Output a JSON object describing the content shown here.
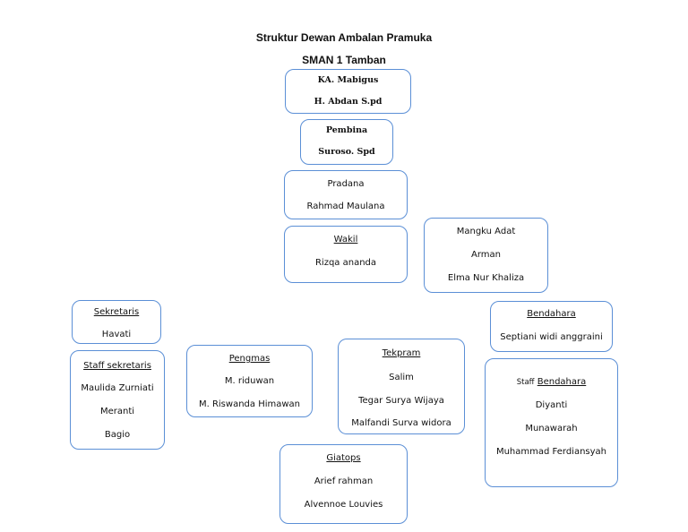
{
  "title_line1": "Struktur Dewan Ambalan Pramuka",
  "title_line2": "SMAN 1 Tamban",
  "nodes": {
    "ka_mabigus": {
      "label": "KA. Mabigus",
      "name": "H. Abdan S.pd"
    },
    "pembina": {
      "label": "Pembina",
      "name": "Suroso. Spd"
    },
    "pradana": {
      "label": "Pradana",
      "name": "Rahmad Maulana"
    },
    "wakil": {
      "label": "Wakil",
      "name": "Rizqa ananda"
    },
    "mangku_adat": {
      "label": "Mangku Adat",
      "members": [
        "Arman",
        "Elma Nur Khaliza"
      ]
    },
    "sekretaris": {
      "label": "Sekretaris",
      "name": "Havati"
    },
    "staff_sekretaris": {
      "label": "Staff sekretaris",
      "members": [
        "Maulida Zurniati",
        "Meranti",
        "Bagio"
      ]
    },
    "pengmas": {
      "label": "Pengmas",
      "members": [
        "M. riduwan",
        "M. Riswanda Himawan"
      ]
    },
    "tekpram": {
      "label": "Tekpram",
      "members": [
        "Salim",
        "Tegar Surya Wijaya",
        "Malfandi Surva widora"
      ]
    },
    "bendahara": {
      "label": "Bendahara",
      "name": "Septiani widi anggraini"
    },
    "staff_bendahara": {
      "label_prefix": "Staff",
      "label": "Bendahara",
      "members": [
        "Diyanti",
        "Munawarah",
        "Muhammad Ferdiansyah"
      ]
    },
    "giatops": {
      "label": "Giatops",
      "members": [
        "Arief rahman",
        "Alvennoe Louvies"
      ]
    }
  }
}
